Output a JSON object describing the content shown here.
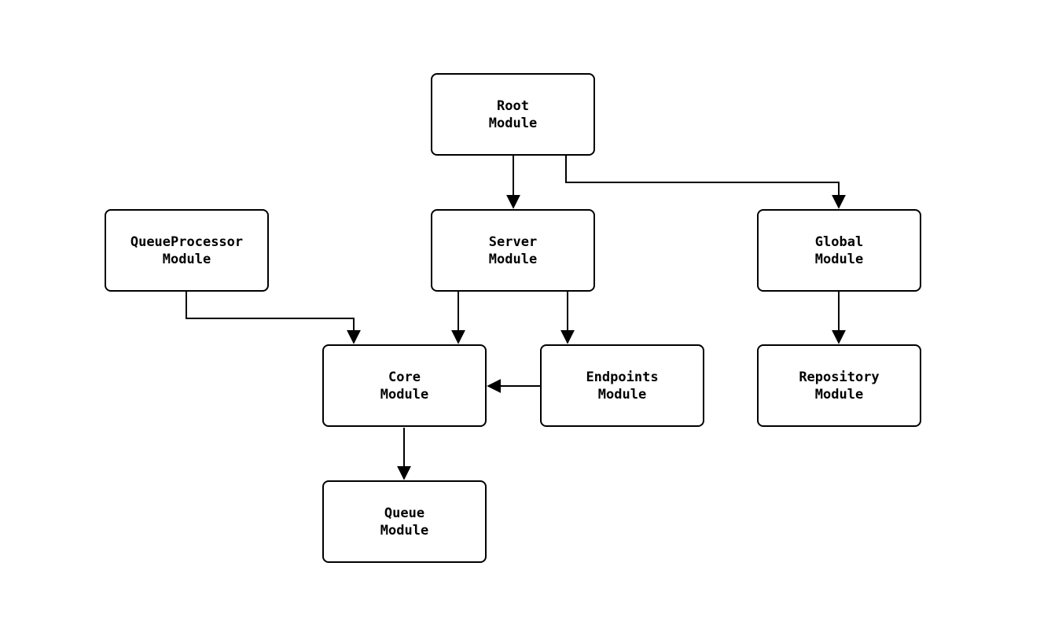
{
  "diagram": {
    "colors": {
      "background": "#ffffff",
      "node_fill": "#ffffff",
      "node_border": "#000000",
      "edge": "#000000",
      "text": "#000000"
    },
    "nodes": [
      {
        "id": "root",
        "line1": "Root",
        "line2": "Module"
      },
      {
        "id": "server",
        "line1": "Server",
        "line2": "Module"
      },
      {
        "id": "global",
        "line1": "Global",
        "line2": "Module"
      },
      {
        "id": "queueprocessor",
        "line1": "QueueProcessor",
        "line2": "Module"
      },
      {
        "id": "core",
        "line1": "Core",
        "line2": "Module"
      },
      {
        "id": "endpoints",
        "line1": "Endpoints",
        "line2": "Module"
      },
      {
        "id": "repository",
        "line1": "Repository",
        "line2": "Module"
      },
      {
        "id": "queue",
        "line1": "Queue",
        "line2": "Module"
      }
    ],
    "edges": [
      {
        "from": "root",
        "to": "server"
      },
      {
        "from": "root",
        "to": "global"
      },
      {
        "from": "queueprocessor",
        "to": "core"
      },
      {
        "from": "server",
        "to": "core"
      },
      {
        "from": "server",
        "to": "endpoints"
      },
      {
        "from": "endpoints",
        "to": "core"
      },
      {
        "from": "global",
        "to": "repository"
      },
      {
        "from": "core",
        "to": "queue"
      }
    ]
  }
}
